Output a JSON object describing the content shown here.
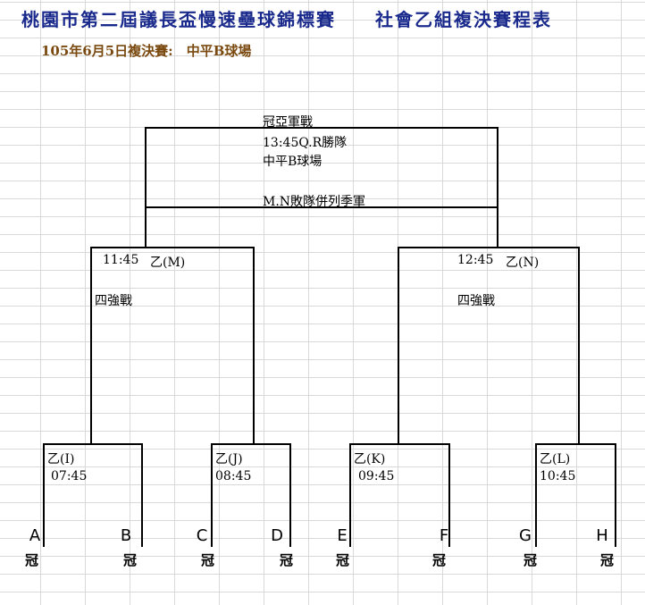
{
  "title": "桃園市第二屆議長盃慢速壘球錦標賽　　社會乙組複決賽程表",
  "subtitle": "105年6月5日複決賽:　中平B球場",
  "final": {
    "label": "冠亞軍戰",
    "time": "13:45Q.R勝隊",
    "venue": "中平B球場",
    "note": "M.N敗隊併列季軍"
  },
  "semis": [
    {
      "time": "11:45",
      "code": "乙(M)",
      "label": "四強戰"
    },
    {
      "time": "12:45",
      "code": "乙(N)",
      "label": "四強戰"
    }
  ],
  "quarters": [
    {
      "code": "乙(I)",
      "time": "07:45"
    },
    {
      "code": "乙(J)",
      "time": "08:45"
    },
    {
      "code": "乙(K)",
      "time": "09:45"
    },
    {
      "code": "乙(L)",
      "time": "10:45"
    }
  ],
  "teams": [
    "A",
    "B",
    "C",
    "D",
    "E",
    "F",
    "G",
    "H"
  ],
  "champion_marks": [
    "冠",
    "冠",
    "冠",
    "冠",
    "冠",
    "冠",
    "冠",
    "冠"
  ]
}
